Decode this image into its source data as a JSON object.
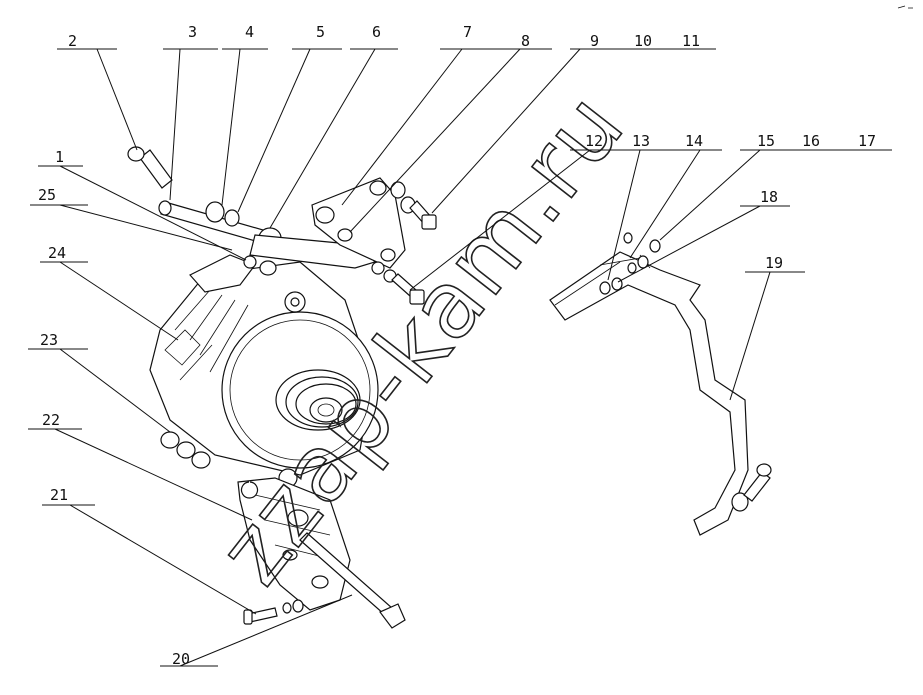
{
  "callouts": [
    "1",
    "2",
    "3",
    "4",
    "5",
    "6",
    "7",
    "8",
    "9",
    "10",
    "11",
    "12",
    "13",
    "14",
    "15",
    "16",
    "17",
    "18",
    "19",
    "20",
    "21",
    "22",
    "23",
    "24",
    "25"
  ],
  "watermark": "zzap-kam.ru"
}
